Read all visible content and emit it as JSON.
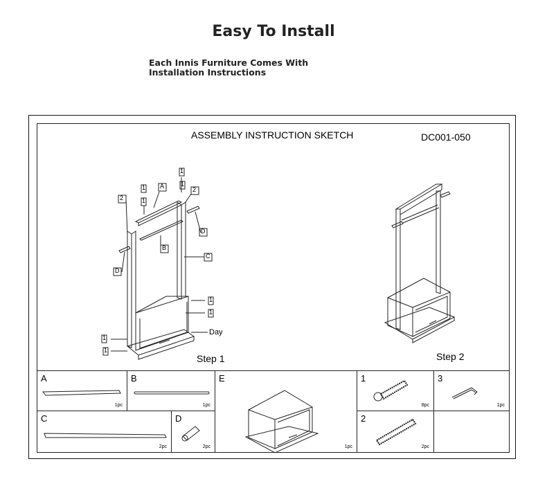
{
  "header": {
    "title": "Easy To Install",
    "subtitle": "Each Innis Furniture Comes With Installation Instructions"
  },
  "sheet": {
    "title": "ASSEMBLY INSTRUCTION SKETCH",
    "code": "DC001-050",
    "step1": "Step 1",
    "step2": "Step 2"
  },
  "callouts": {
    "c1": "1",
    "c2": "2",
    "cA": "A",
    "cB": "B",
    "cC": "C",
    "cD": "D",
    "day": "Day"
  },
  "parts": [
    {
      "letter": "A",
      "qty": "1pc"
    },
    {
      "letter": "B",
      "qty": "1pc"
    },
    {
      "letter": "E",
      "qty": "1pc"
    },
    {
      "letter": "1",
      "qty": "8pc"
    },
    {
      "letter": "3",
      "qty": "1pc"
    },
    {
      "letter": "C",
      "qty": "2pc"
    },
    {
      "letter": "D",
      "qty": "2pc"
    },
    {
      "letter": "2",
      "qty": "2pc"
    }
  ]
}
